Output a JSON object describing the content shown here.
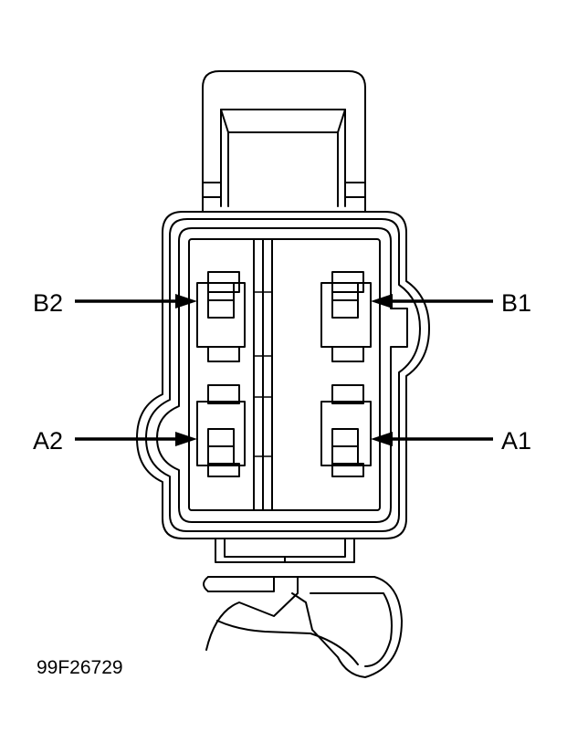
{
  "labels": {
    "b2": "B2",
    "b1": "B1",
    "a2": "A2",
    "a1": "A1"
  },
  "figure_code": "99F26729"
}
